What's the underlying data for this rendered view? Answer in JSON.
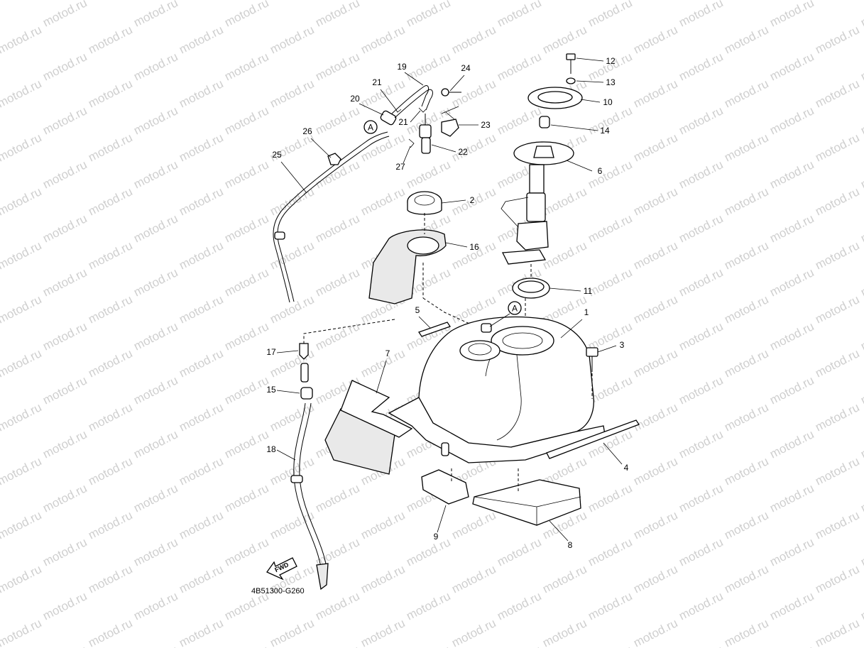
{
  "watermark_text": "motod.ru",
  "diagram_code": "4B51300-G260",
  "fwd_label": "FWD",
  "ref_marker": "A",
  "parts": [
    {
      "key": "p1",
      "label": "1"
    },
    {
      "key": "p2",
      "label": "2"
    },
    {
      "key": "p3",
      "label": "3"
    },
    {
      "key": "p4",
      "label": "4"
    },
    {
      "key": "p5",
      "label": "5"
    },
    {
      "key": "p6",
      "label": "6"
    },
    {
      "key": "p7",
      "label": "7"
    },
    {
      "key": "p8",
      "label": "8"
    },
    {
      "key": "p9",
      "label": "9"
    },
    {
      "key": "p10",
      "label": "10"
    },
    {
      "key": "p11",
      "label": "11"
    },
    {
      "key": "p12",
      "label": "12"
    },
    {
      "key": "p13",
      "label": "13"
    },
    {
      "key": "p14",
      "label": "14"
    },
    {
      "key": "p15",
      "label": "15"
    },
    {
      "key": "p16",
      "label": "16"
    },
    {
      "key": "p17",
      "label": "17"
    },
    {
      "key": "p18",
      "label": "18"
    },
    {
      "key": "p19",
      "label": "19"
    },
    {
      "key": "p20",
      "label": "20"
    },
    {
      "key": "p21a",
      "label": "21"
    },
    {
      "key": "p21b",
      "label": "21"
    },
    {
      "key": "p22",
      "label": "22"
    },
    {
      "key": "p23",
      "label": "23"
    },
    {
      "key": "p24",
      "label": "24"
    },
    {
      "key": "p25",
      "label": "25"
    },
    {
      "key": "p26",
      "label": "26"
    },
    {
      "key": "p27",
      "label": "27"
    }
  ]
}
